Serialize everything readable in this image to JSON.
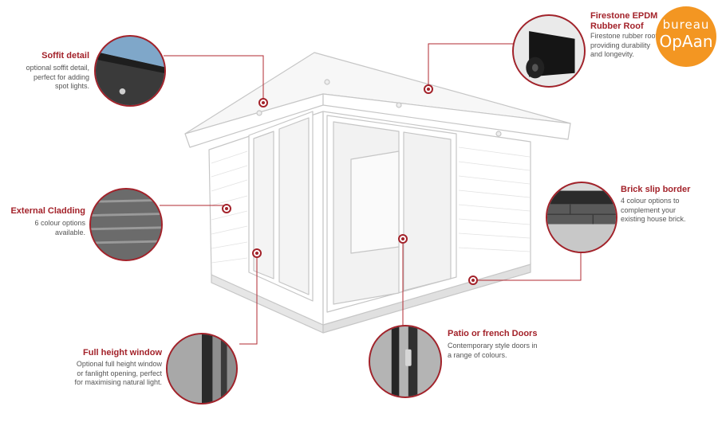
{
  "callouts": {
    "soffit": {
      "title": "Soffit detail",
      "desc": "optional soffit detail,\nperfect for adding\nspot lights."
    },
    "cladding": {
      "title": "External Cladding",
      "desc": "6 colour options\navailable."
    },
    "window": {
      "title": "Full height window",
      "desc": "Optional full height window\nor fanlight opening, perfect\nfor maximising natural light."
    },
    "roof": {
      "title": "Firestone EPDM\nRubber Roof",
      "desc": "Firestone rubber roof\nproviding durability\nand longevity."
    },
    "brick": {
      "title": "Brick slip border",
      "desc": "4 colour options to\ncomplement your\nexisting house brick."
    },
    "doors": {
      "title": "Patio or french Doors",
      "desc": "Contemporary style doors in\na range of colours."
    }
  },
  "logo": {
    "top": "bureau",
    "bottom": "OpAan",
    "color": "#f39622"
  },
  "colors": {
    "accent": "#a3222a",
    "line": "#b22a32",
    "outline": "#c8c8c8"
  }
}
